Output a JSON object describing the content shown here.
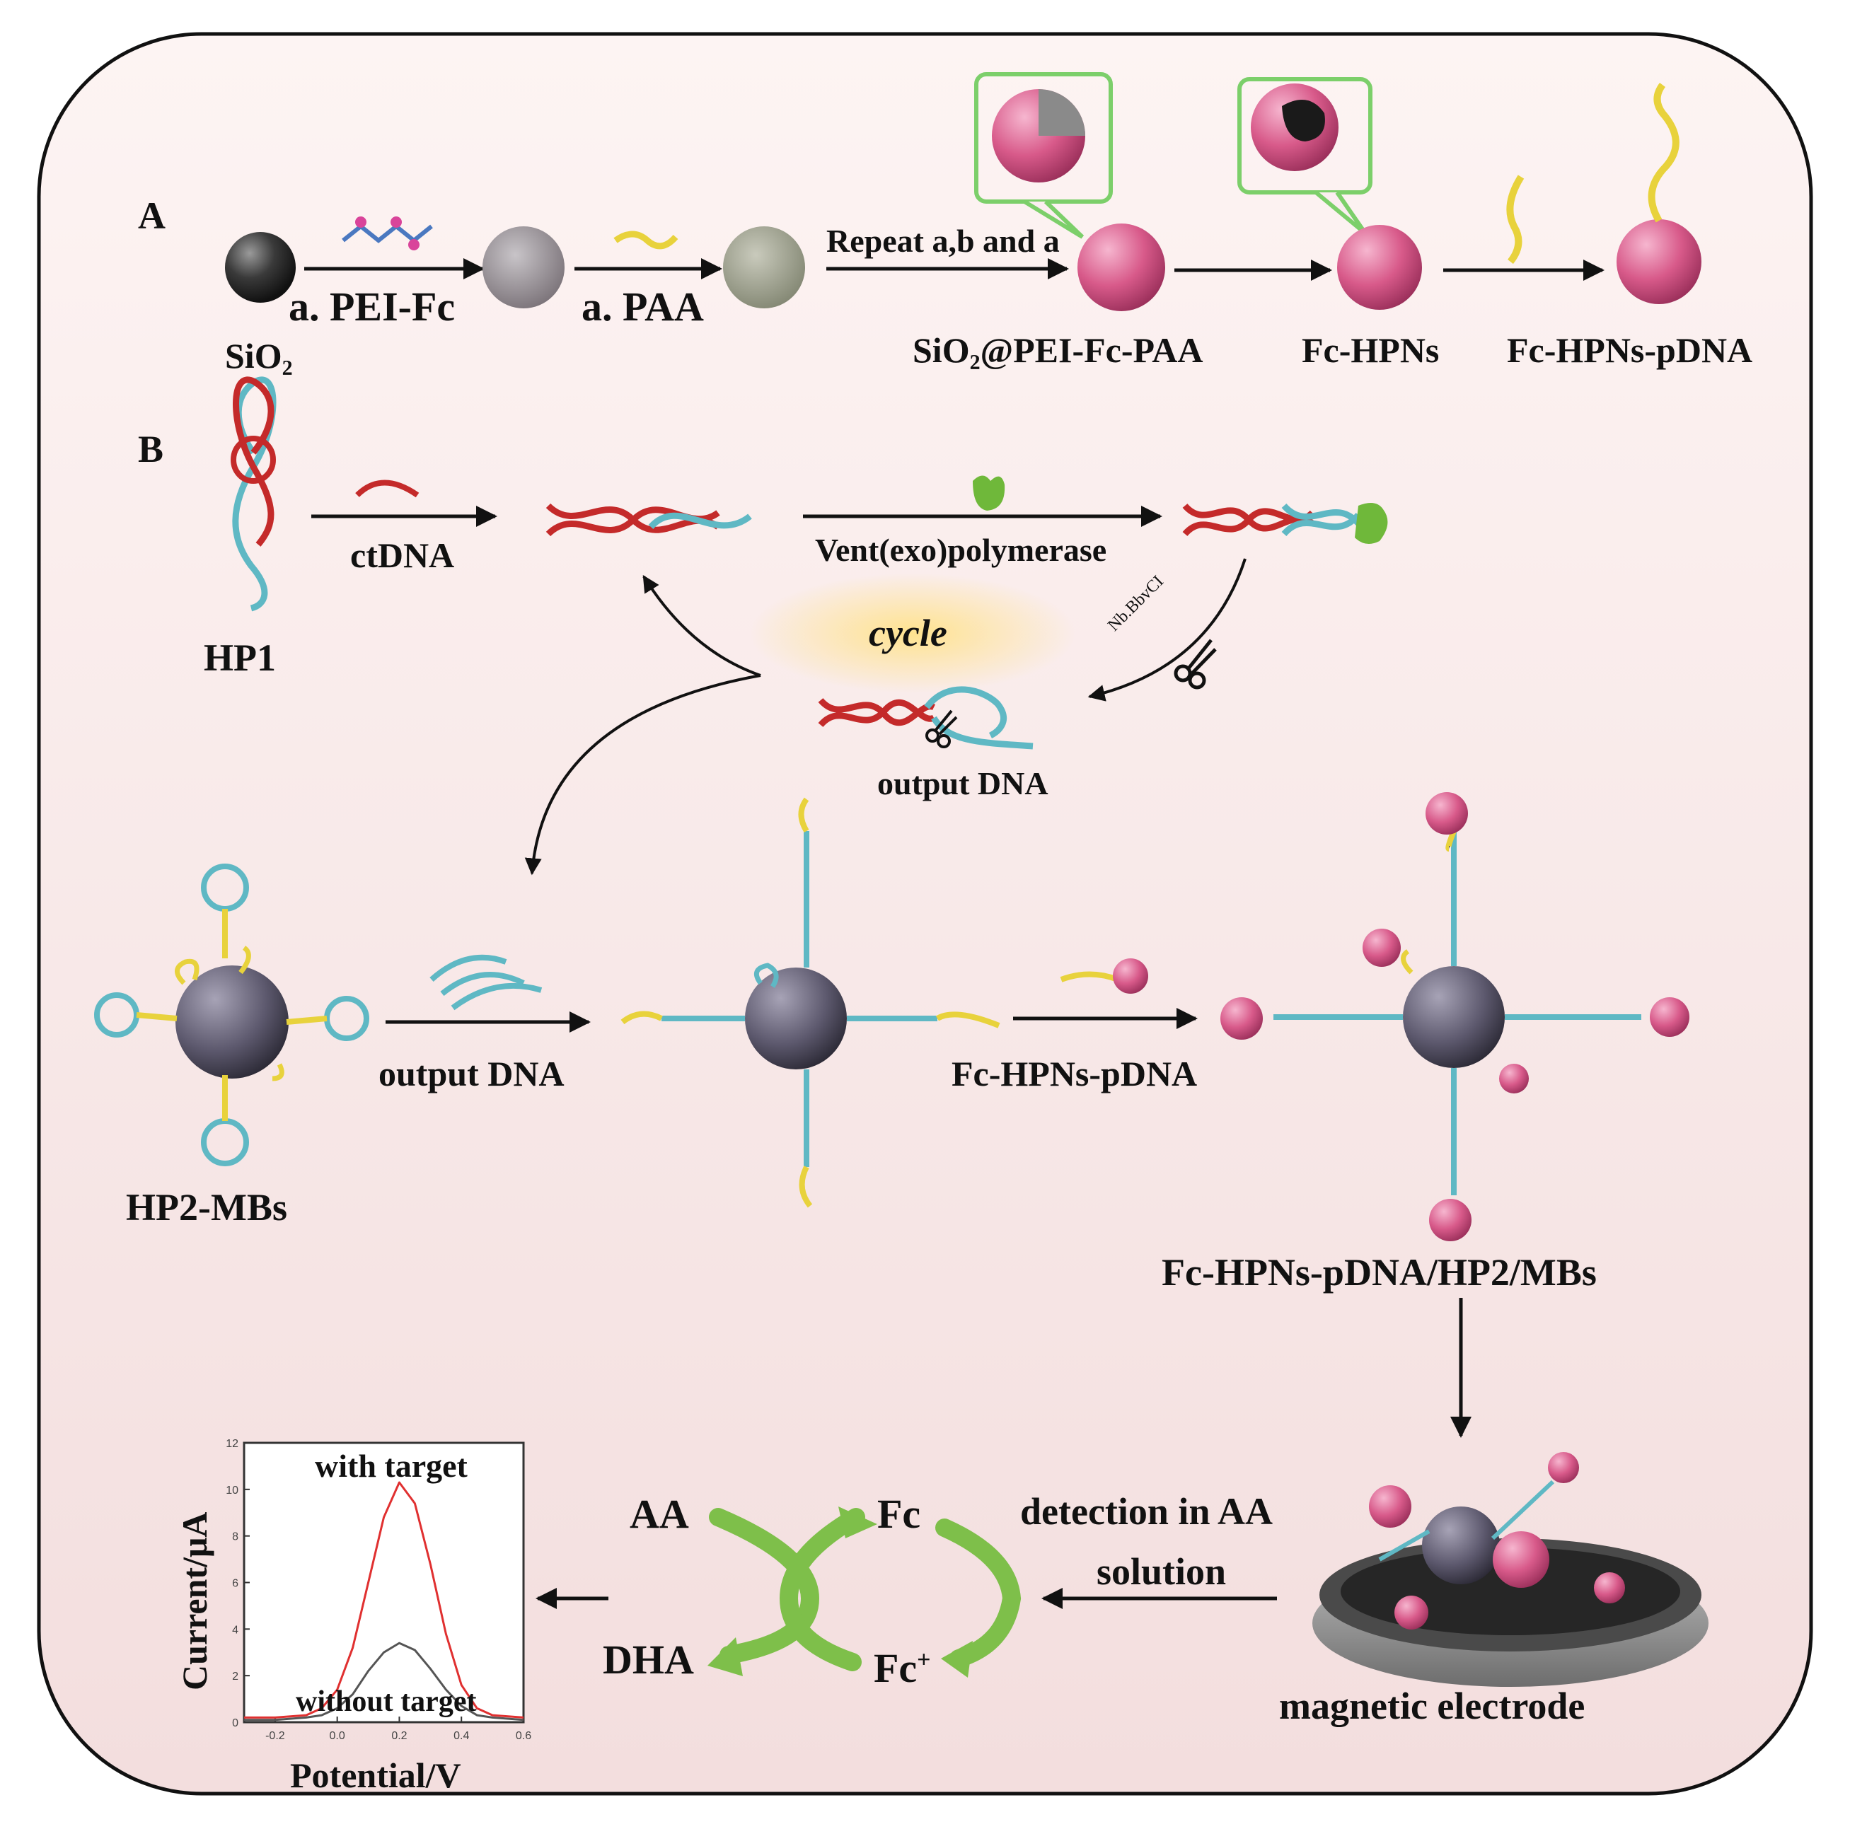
{
  "panelA": {
    "label": "A",
    "sio2": "SiO₂",
    "step1": "a. PEI-Fc",
    "step2": "a. PAA",
    "step3": "Repeat a,b and a",
    "product1": "SiO₂@PEI-Fc-PAA",
    "product2": "Fc-HPNs",
    "product3": "Fc-HPNs-pDNA"
  },
  "panelB": {
    "label": "B",
    "hp1": "HP1",
    "ctdna": "ctDNA",
    "polymerase": "Vent(exo)polymerase",
    "enzyme": "Nb.BbvCI",
    "cycle": "cycle",
    "output1": "output DNA",
    "hp2mbs": "HP2-MBs",
    "output2": "output DNA",
    "probe": "Fc-HPNs-pDNA",
    "complex": "Fc-HPNs-pDNA/HP2/MBs",
    "detection_line1": "detection in AA",
    "detection_line2": "solution",
    "electrode": "magnetic electrode",
    "aa": "AA",
    "dha": "DHA",
    "fc": "Fc",
    "fcplus": "Fc",
    "fcplus_sup": "+"
  },
  "chart_data": {
    "type": "line",
    "title": "",
    "xlabel": "Potential/V",
    "ylabel": "Current/μA",
    "xlim": [
      -0.3,
      0.6
    ],
    "ylim": [
      0,
      12
    ],
    "xticks": [
      -0.2,
      0.0,
      0.2,
      0.4,
      0.6
    ],
    "yticks": [
      0,
      2,
      4,
      6,
      8,
      10,
      12
    ],
    "xtick_labels": [
      "-0.2",
      "0.0",
      "0.2",
      "0.4",
      "0.6"
    ],
    "ytick_labels": [
      "0",
      "2",
      "4",
      "6",
      "8",
      "10",
      "12"
    ],
    "annotations": [
      "with target",
      "without target"
    ],
    "series": [
      {
        "label": "with target",
        "color": "#e03030",
        "x": [
          -0.3,
          -0.2,
          -0.1,
          -0.05,
          0.0,
          0.05,
          0.1,
          0.15,
          0.2,
          0.25,
          0.3,
          0.35,
          0.4,
          0.45,
          0.5,
          0.6
        ],
        "y": [
          0.2,
          0.2,
          0.3,
          0.6,
          1.4,
          3.2,
          6.0,
          8.8,
          10.3,
          9.4,
          6.8,
          3.8,
          1.6,
          0.6,
          0.3,
          0.2
        ]
      },
      {
        "label": "without target",
        "color": "#555555",
        "x": [
          -0.3,
          -0.2,
          -0.1,
          -0.05,
          0.0,
          0.05,
          0.1,
          0.15,
          0.2,
          0.25,
          0.3,
          0.35,
          0.4,
          0.45,
          0.5,
          0.6
        ],
        "y": [
          0.1,
          0.1,
          0.2,
          0.3,
          0.6,
          1.2,
          2.2,
          3.0,
          3.4,
          3.1,
          2.3,
          1.4,
          0.7,
          0.3,
          0.2,
          0.1
        ]
      }
    ]
  }
}
